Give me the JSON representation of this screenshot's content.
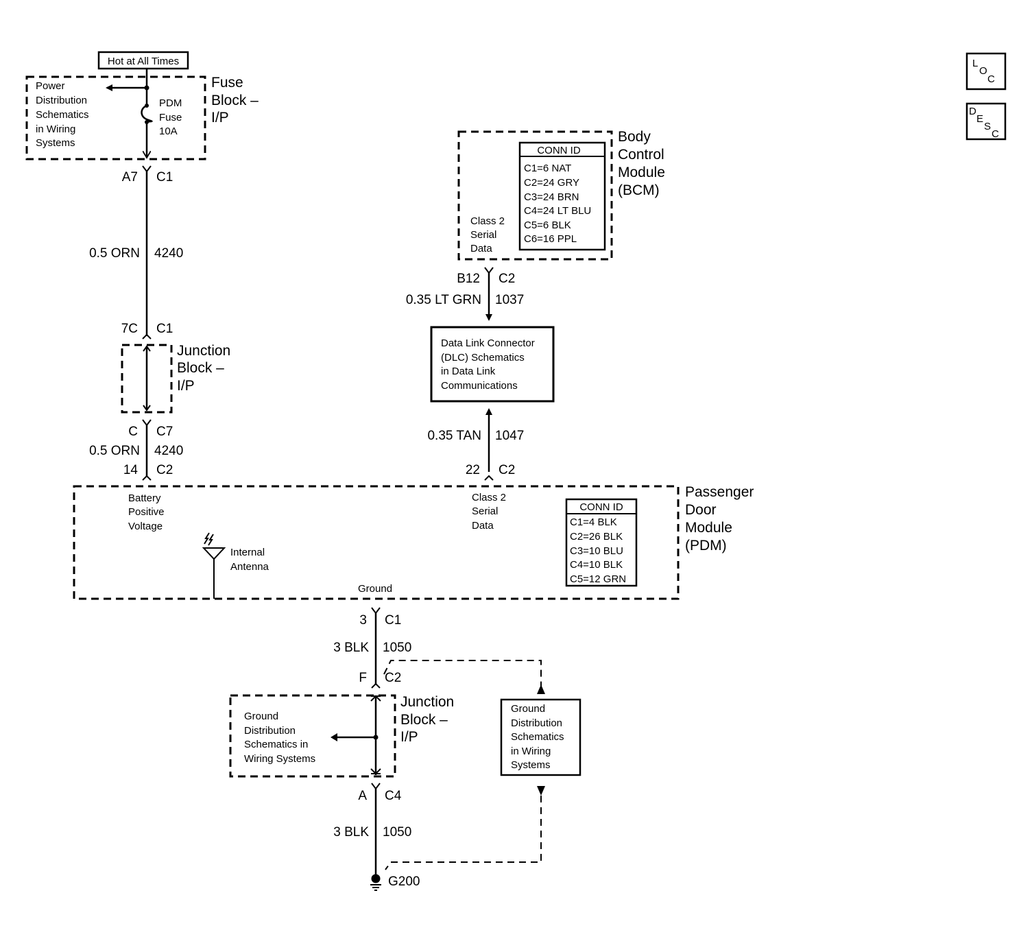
{
  "hot_label": "Hot at All Times",
  "fuse_block": {
    "title": [
      "Fuse",
      "Block –",
      "I/P"
    ],
    "power_text": [
      "Power",
      "Distribution",
      "Schematics",
      "in Wiring",
      "Systems"
    ],
    "fuse_text": [
      "PDM",
      "Fuse",
      "10A"
    ],
    "pin": "A7",
    "connector": "C1"
  },
  "wire_4240_top": {
    "gauge": "0.5 ORN",
    "circuit": "4240"
  },
  "junction_top": {
    "title": [
      "Junction",
      "Block –",
      "I/P"
    ],
    "in_pin": "7C",
    "in_connector": "C1",
    "out_pin": "C",
    "out_connector": "C7"
  },
  "wire_4240_bottom": {
    "gauge": "0.5 ORN",
    "circuit": "4240"
  },
  "pdm_pin_14": {
    "pin": "14",
    "connector": "C2"
  },
  "bcm": {
    "title": [
      "Body",
      "Control",
      "Module",
      "(BCM)"
    ],
    "conn_header": "CONN ID",
    "conn_items": [
      "C1=6 NAT",
      "C2=24 GRY",
      "C3=24 BRN",
      "C4=24 LT BLU",
      "C5=6 BLK",
      "C6=16 PPL"
    ],
    "serial_text": [
      "Class 2",
      "Serial",
      "Data"
    ],
    "pin": "B12",
    "connector": "C2"
  },
  "wire_1037": {
    "gauge": "0.35 LT GRN",
    "circuit": "1037"
  },
  "dlc": {
    "text": [
      "Data Link Connector",
      "(DLC) Schematics",
      "in Data Link",
      "Communications"
    ]
  },
  "wire_1047": {
    "gauge": "0.35 TAN",
    "circuit": "1047"
  },
  "pdm_pin_22": {
    "pin": "22",
    "connector": "C2"
  },
  "pdm": {
    "title": [
      "Passenger",
      "Door",
      "Module",
      "(PDM)"
    ],
    "battery_text": [
      "Battery",
      "Positive",
      "Voltage"
    ],
    "serial_text": [
      "Class 2",
      "Serial",
      "Data"
    ],
    "antenna_text": [
      "Internal",
      "Antenna"
    ],
    "ground_text": "Ground",
    "conn_header": "CONN ID",
    "conn_items": [
      "C1=4 BLK",
      "C2=26 BLK",
      "C3=10 BLU",
      "C4=10 BLK",
      "C5=12 GRN"
    ]
  },
  "ground_pin": {
    "pin": "3",
    "connector": "C1"
  },
  "wire_1050_top": {
    "gauge": "3 BLK",
    "circuit": "1050"
  },
  "junction_bottom": {
    "title": [
      "Junction",
      "Block –",
      "I/P"
    ],
    "in_pin": "F",
    "in_connector": "C2",
    "out_pin": "A",
    "out_connector": "C4",
    "ground_text": [
      "Ground",
      "Distribution",
      "Schematics in",
      "Wiring Systems"
    ]
  },
  "ground_dist_box": {
    "text": [
      "Ground",
      "Distribution",
      "Schematics",
      "in Wiring",
      "Systems"
    ]
  },
  "wire_1050_bottom": {
    "gauge": "3 BLK",
    "circuit": "1050"
  },
  "ground_point": "G200",
  "loc_tab": {
    "l1": "L",
    "l2": "O",
    "l3": "C"
  },
  "desc_tab": {
    "l1": "D",
    "l2": "E",
    "l3": "S",
    "l4": "C"
  }
}
